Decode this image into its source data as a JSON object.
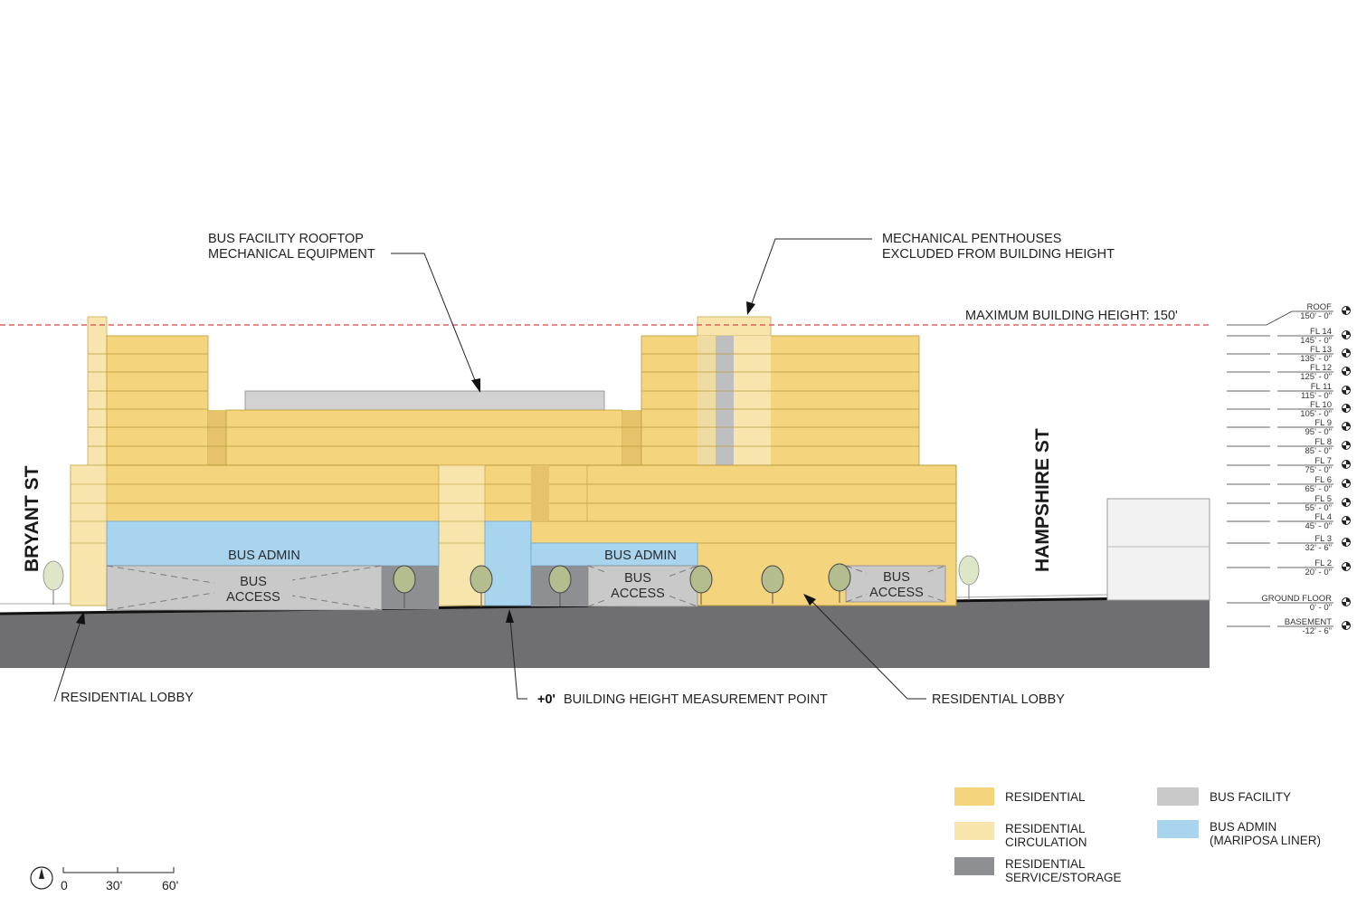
{
  "annotations": {
    "rooftop_line1": "BUS FACILITY ROOFTOP",
    "rooftop_line2": "MECHANICAL EQUIPMENT",
    "penthouse_line1": "MECHANICAL PENTHOUSES",
    "penthouse_line2": "EXCLUDED FROM BUILDING HEIGHT",
    "max_height": "MAXIMUM BUILDING HEIGHT: 150'",
    "lobby_left": "RESIDENTIAL LOBBY",
    "lobby_right": "RESIDENTIAL LOBBY",
    "measure_bold": "+0'",
    "measure_text": "BUILDING HEIGHT MEASUREMENT POINT"
  },
  "streets": {
    "left": "BRYANT ST",
    "right": "HAMPSHIRE ST"
  },
  "blocks": {
    "bus_admin_1": "BUS ADMIN",
    "bus_admin_2": "BUS ADMIN",
    "bus_access_1a": "BUS",
    "bus_access_1b": "ACCESS",
    "bus_access_2a": "BUS",
    "bus_access_2b": "ACCESS",
    "bus_access_3a": "BUS",
    "bus_access_3b": "ACCESS"
  },
  "levels": [
    {
      "name": "ROOF",
      "elev": "150' - 0\""
    },
    {
      "name": "FL 14",
      "elev": "145' - 0\""
    },
    {
      "name": "FL 13",
      "elev": "135' - 0\""
    },
    {
      "name": "FL 12",
      "elev": "125' - 0\""
    },
    {
      "name": "FL 11",
      "elev": "115' - 0\""
    },
    {
      "name": "FL 10",
      "elev": "105' - 0\""
    },
    {
      "name": "FL 9",
      "elev": "95' - 0\""
    },
    {
      "name": "FL 8",
      "elev": "85' - 0\""
    },
    {
      "name": "FL 7",
      "elev": "75' - 0\""
    },
    {
      "name": "FL 6",
      "elev": "65' - 0\""
    },
    {
      "name": "FL 5",
      "elev": "55' - 0\""
    },
    {
      "name": "FL 4",
      "elev": "45' - 0\""
    },
    {
      "name": "FL 3",
      "elev": "32' - 6\""
    },
    {
      "name": "FL 2",
      "elev": "20' - 0\""
    },
    {
      "name": "GROUND FLOOR",
      "elev": "0' - 0\""
    },
    {
      "name": "BASEMENT",
      "elev": "-12' - 6\""
    }
  ],
  "legend": {
    "residential": "RESIDENTIAL",
    "circulation_1": "RESIDENTIAL",
    "circulation_2": "CIRCULATION",
    "service_1": "RESIDENTIAL",
    "service_2": "SERVICE/STORAGE",
    "bus_facility": "BUS FACILITY",
    "bus_admin_1": "BUS ADMIN",
    "bus_admin_2": "(MARIPOSA LINER)"
  },
  "scale": {
    "t0": "0",
    "t1": "30'",
    "t2": "60'"
  },
  "colors": {
    "residential": "#f4d47c",
    "circulation": "#f8e5ad",
    "service": "#8e8f93",
    "bus_facility": "#c9c9c9",
    "bus_admin": "#a9d4ee",
    "max_height_line": "#e0605f",
    "ground": "#6f6f72"
  }
}
